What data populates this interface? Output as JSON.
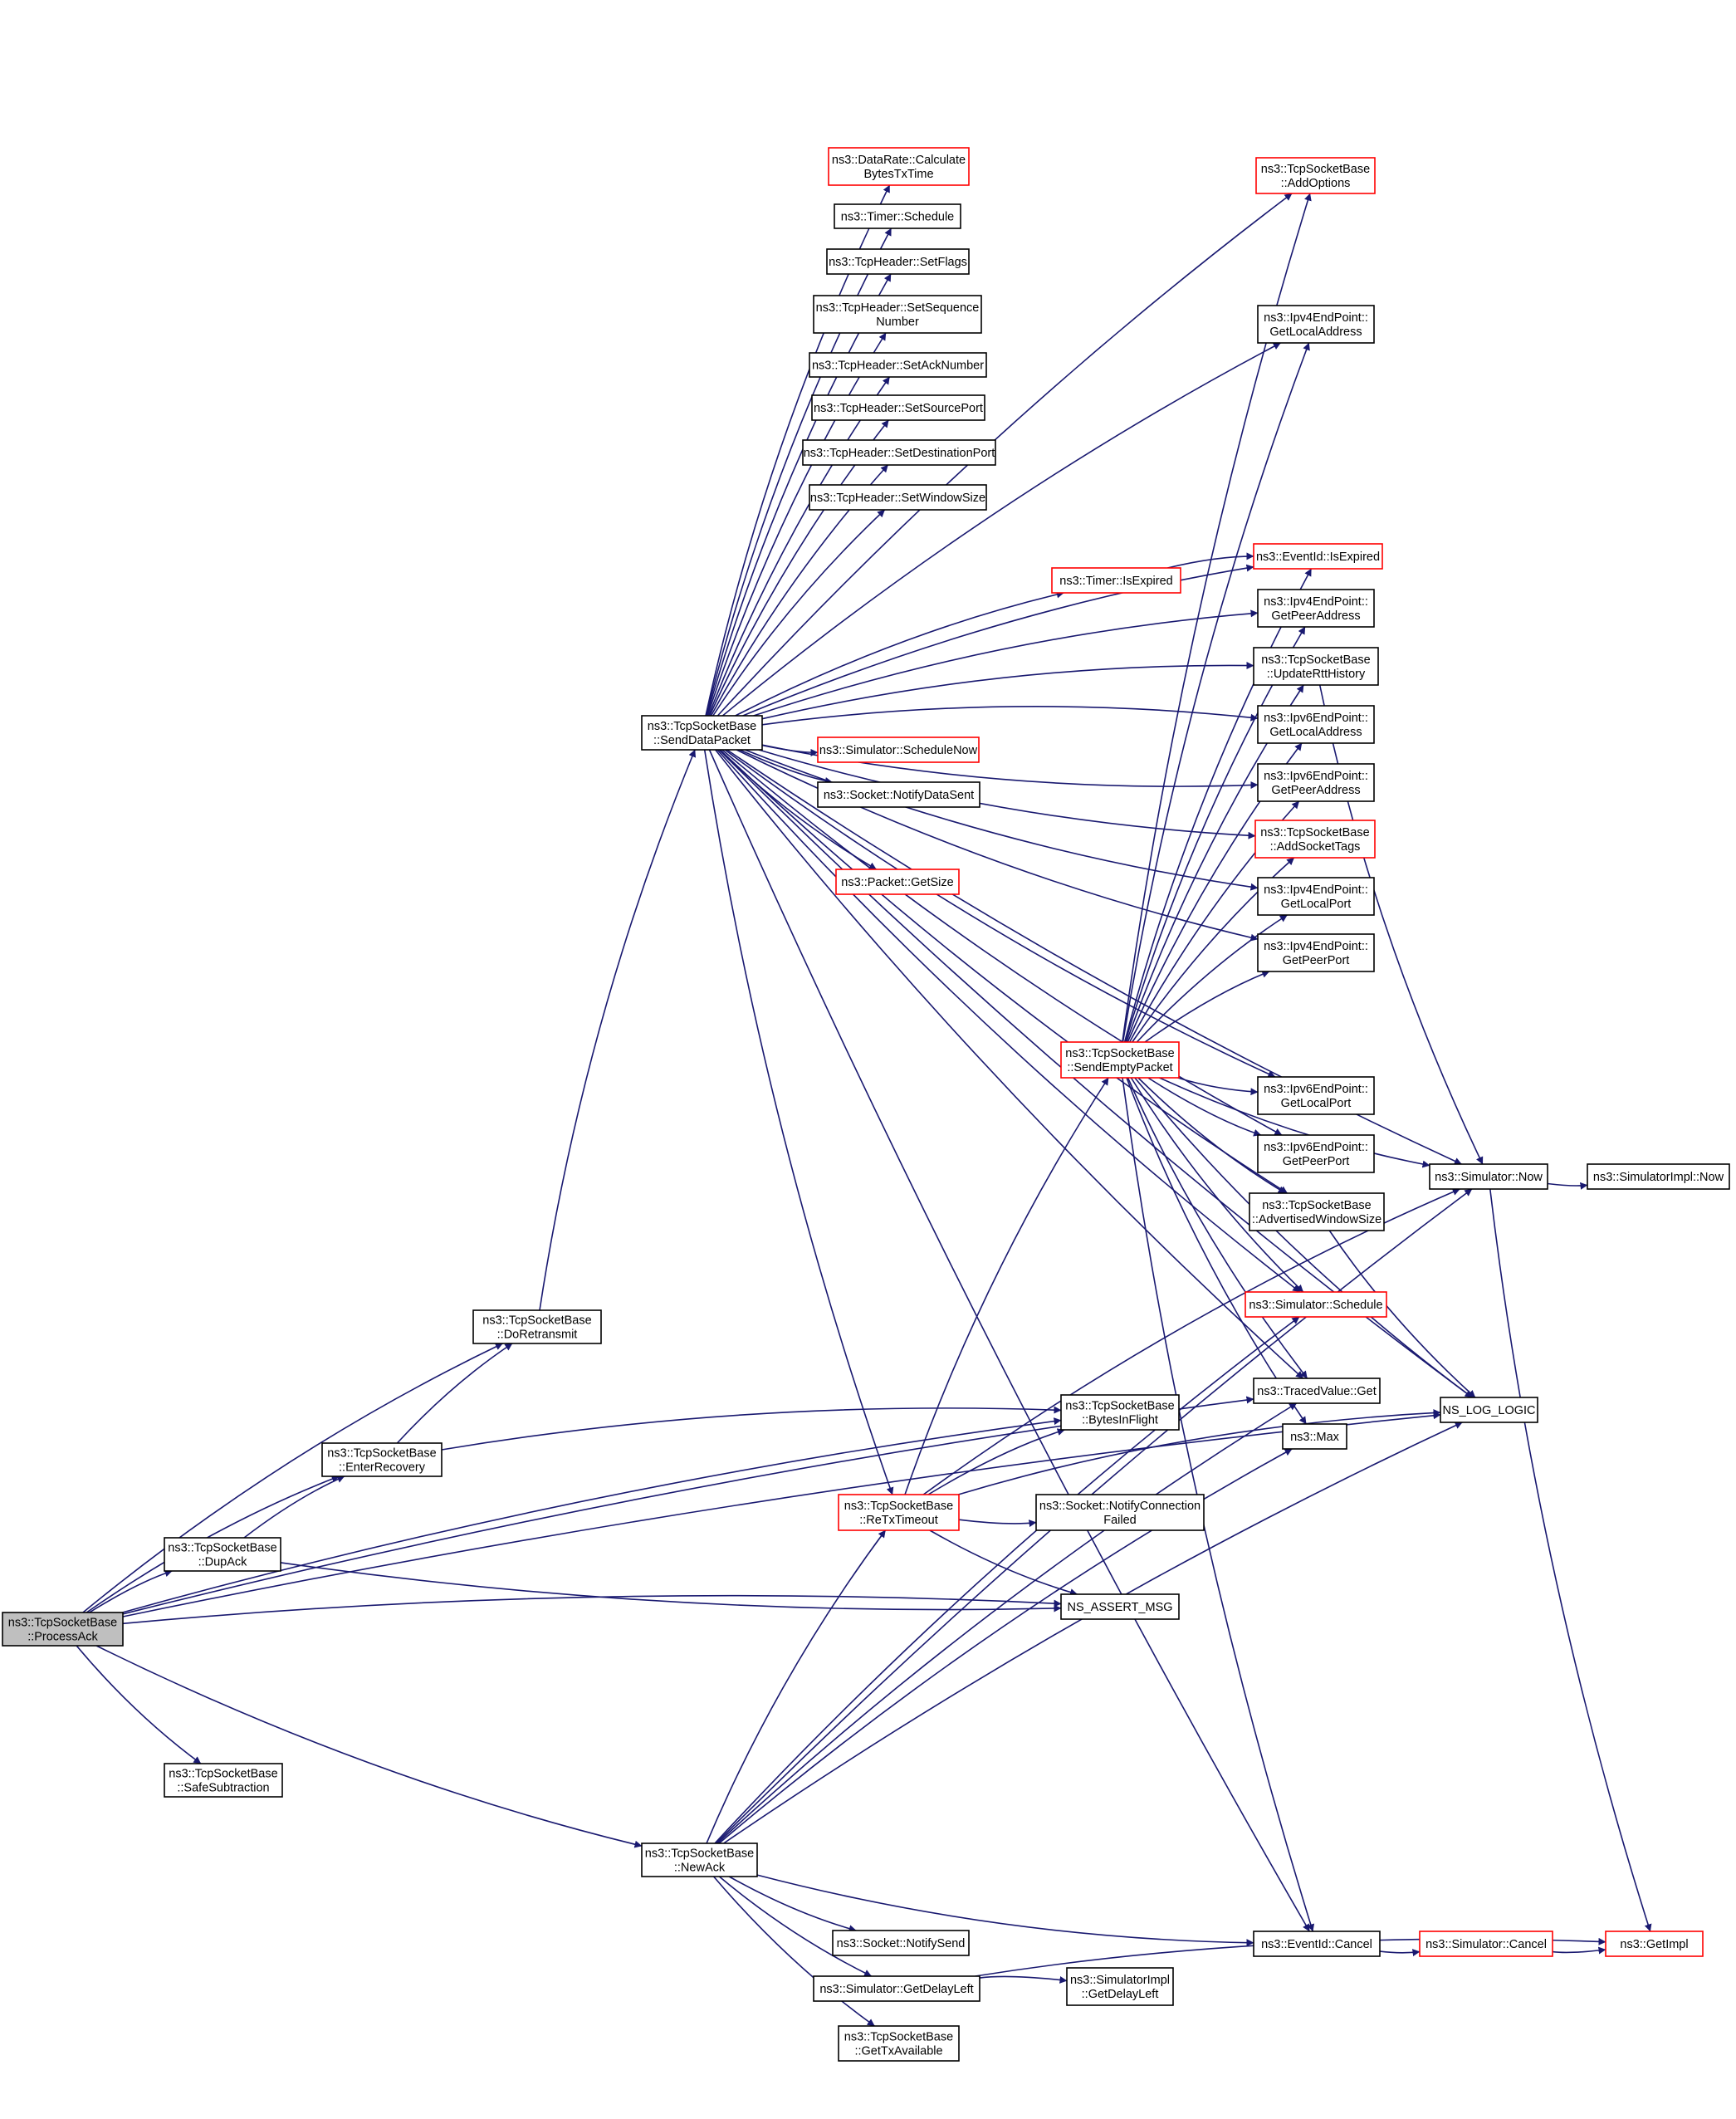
{
  "diagram": {
    "title": "",
    "nodes": [
      {
        "id": "ProcessAck",
        "lines": [
          "ns3::TcpSocketBase",
          "::ProcessAck"
        ],
        "style": "current"
      },
      {
        "id": "DoRetransmit",
        "lines": [
          "ns3::TcpSocketBase",
          "::DoRetransmit"
        ],
        "style": "normal"
      },
      {
        "id": "EnterRecovery",
        "lines": [
          "ns3::TcpSocketBase",
          "::EnterRecovery"
        ],
        "style": "normal"
      },
      {
        "id": "DupAck",
        "lines": [
          "ns3::TcpSocketBase",
          "::DupAck"
        ],
        "style": "normal"
      },
      {
        "id": "SafeSubtraction",
        "lines": [
          "ns3::TcpSocketBase",
          "::SafeSubtraction"
        ],
        "style": "normal"
      },
      {
        "id": "NewAck",
        "lines": [
          "ns3::TcpSocketBase",
          "::NewAck"
        ],
        "style": "normal"
      },
      {
        "id": "SendDataPacket",
        "lines": [
          "ns3::TcpSocketBase",
          "::SendDataPacket"
        ],
        "style": "normal"
      },
      {
        "id": "CalcBytesTxTime",
        "lines": [
          "ns3::DataRate::Calculate",
          "BytesTxTime"
        ],
        "style": "red"
      },
      {
        "id": "TimerSchedule",
        "lines": [
          "ns3::Timer::Schedule"
        ],
        "style": "normal"
      },
      {
        "id": "SetFlags",
        "lines": [
          "ns3::TcpHeader::SetFlags"
        ],
        "style": "normal"
      },
      {
        "id": "SetSequenceNumber",
        "lines": [
          "ns3::TcpHeader::SetSequence",
          "Number"
        ],
        "style": "normal"
      },
      {
        "id": "SetAckNumber",
        "lines": [
          "ns3::TcpHeader::SetAckNumber"
        ],
        "style": "normal"
      },
      {
        "id": "SetSourcePort",
        "lines": [
          "ns3::TcpHeader::SetSourcePort"
        ],
        "style": "normal"
      },
      {
        "id": "SetDestinationPort",
        "lines": [
          "ns3::TcpHeader::SetDestinationPort"
        ],
        "style": "normal"
      },
      {
        "id": "SetWindowSize",
        "lines": [
          "ns3::TcpHeader::SetWindowSize"
        ],
        "style": "normal"
      },
      {
        "id": "TimerIsExpired",
        "lines": [
          "ns3::Timer::IsExpired"
        ],
        "style": "red"
      },
      {
        "id": "ScheduleNow",
        "lines": [
          "ns3::Simulator::ScheduleNow"
        ],
        "style": "red"
      },
      {
        "id": "NotifyDataSent",
        "lines": [
          "ns3::Socket::NotifyDataSent"
        ],
        "style": "normal"
      },
      {
        "id": "PacketGetSize",
        "lines": [
          "ns3::Packet::GetSize"
        ],
        "style": "red"
      },
      {
        "id": "SendEmptyPacket",
        "lines": [
          "ns3::TcpSocketBase",
          "::SendEmptyPacket"
        ],
        "style": "red"
      },
      {
        "id": "BytesInFlight",
        "lines": [
          "ns3::TcpSocketBase",
          "::BytesInFlight"
        ],
        "style": "normal"
      },
      {
        "id": "ReTxTimeout",
        "lines": [
          "ns3::TcpSocketBase",
          "::ReTxTimeout"
        ],
        "style": "red"
      },
      {
        "id": "NotifyConnectionFailed",
        "lines": [
          "ns3::Socket::NotifyConnection",
          "Failed"
        ],
        "style": "normal"
      },
      {
        "id": "NS_ASSERT_MSG",
        "lines": [
          "NS_ASSERT_MSG"
        ],
        "style": "normal"
      },
      {
        "id": "NotifySend",
        "lines": [
          "ns3::Socket::NotifySend"
        ],
        "style": "normal"
      },
      {
        "id": "GetDelayLeft",
        "lines": [
          "ns3::Simulator::GetDelayLeft"
        ],
        "style": "normal"
      },
      {
        "id": "ImplGetDelayLeft",
        "lines": [
          "ns3::SimulatorImpl",
          "::GetDelayLeft"
        ],
        "style": "normal"
      },
      {
        "id": "GetTxAvailable",
        "lines": [
          "ns3::TcpSocketBase",
          "::GetTxAvailable"
        ],
        "style": "normal"
      },
      {
        "id": "AddOptions",
        "lines": [
          "ns3::TcpSocketBase",
          "::AddOptions"
        ],
        "style": "red"
      },
      {
        "id": "Ipv4GetLocalAddress",
        "lines": [
          "ns3::Ipv4EndPoint::",
          "GetLocalAddress"
        ],
        "style": "normal"
      },
      {
        "id": "EventIdIsExpired",
        "lines": [
          "ns3::EventId::IsExpired"
        ],
        "style": "red"
      },
      {
        "id": "Ipv4GetPeerAddress",
        "lines": [
          "ns3::Ipv4EndPoint::",
          "GetPeerAddress"
        ],
        "style": "normal"
      },
      {
        "id": "UpdateRttHistory",
        "lines": [
          "ns3::TcpSocketBase",
          "::UpdateRttHistory"
        ],
        "style": "normal"
      },
      {
        "id": "Ipv6GetLocalAddress",
        "lines": [
          "ns3::Ipv6EndPoint::",
          "GetLocalAddress"
        ],
        "style": "normal"
      },
      {
        "id": "Ipv6GetPeerAddress",
        "lines": [
          "ns3::Ipv6EndPoint::",
          "GetPeerAddress"
        ],
        "style": "normal"
      },
      {
        "id": "AddSocketTags",
        "lines": [
          "ns3::TcpSocketBase",
          "::AddSocketTags"
        ],
        "style": "red"
      },
      {
        "id": "Ipv4GetLocalPort",
        "lines": [
          "ns3::Ipv4EndPoint::",
          "GetLocalPort"
        ],
        "style": "normal"
      },
      {
        "id": "Ipv4GetPeerPort",
        "lines": [
          "ns3::Ipv4EndPoint::",
          "GetPeerPort"
        ],
        "style": "normal"
      },
      {
        "id": "Ipv6GetLocalPort",
        "lines": [
          "ns3::Ipv6EndPoint::",
          "GetLocalPort"
        ],
        "style": "normal"
      },
      {
        "id": "Ipv6GetPeerPort",
        "lines": [
          "ns3::Ipv6EndPoint::",
          "GetPeerPort"
        ],
        "style": "normal"
      },
      {
        "id": "AdvertisedWindowSize",
        "lines": [
          "ns3::TcpSocketBase",
          "::AdvertisedWindowSize"
        ],
        "style": "normal"
      },
      {
        "id": "SimulatorSchedule",
        "lines": [
          "ns3::Simulator::Schedule"
        ],
        "style": "red"
      },
      {
        "id": "TracedValueGet",
        "lines": [
          "ns3::TracedValue::Get"
        ],
        "style": "normal"
      },
      {
        "id": "Max",
        "lines": [
          "ns3::Max"
        ],
        "style": "normal"
      },
      {
        "id": "EventIdCancel",
        "lines": [
          "ns3::EventId::Cancel"
        ],
        "style": "normal"
      },
      {
        "id": "SimulatorCancel",
        "lines": [
          "ns3::Simulator::Cancel"
        ],
        "style": "red"
      },
      {
        "id": "SimulatorNow",
        "lines": [
          "ns3::Simulator::Now"
        ],
        "style": "normal"
      },
      {
        "id": "SimulatorImplNow",
        "lines": [
          "ns3::SimulatorImpl::Now"
        ],
        "style": "normal"
      },
      {
        "id": "NS_LOG_LOGIC",
        "lines": [
          "NS_LOG_LOGIC"
        ],
        "style": "normal"
      },
      {
        "id": "GetImpl",
        "lines": [
          "ns3::GetImpl"
        ],
        "style": "red"
      }
    ],
    "edges": [
      [
        "ProcessAck",
        "DoRetransmit"
      ],
      [
        "ProcessAck",
        "BytesInFlight"
      ],
      [
        "ProcessAck",
        "EnterRecovery"
      ],
      [
        "ProcessAck",
        "DupAck"
      ],
      [
        "ProcessAck",
        "NS_ASSERT_MSG"
      ],
      [
        "ProcessAck",
        "TracedValueGet"
      ],
      [
        "ProcessAck",
        "NS_LOG_LOGIC"
      ],
      [
        "ProcessAck",
        "SafeSubtraction"
      ],
      [
        "ProcessAck",
        "NewAck"
      ],
      [
        "DupAck",
        "EnterRecovery"
      ],
      [
        "DupAck",
        "NS_ASSERT_MSG"
      ],
      [
        "EnterRecovery",
        "DoRetransmit"
      ],
      [
        "EnterRecovery",
        "BytesInFlight"
      ],
      [
        "DoRetransmit",
        "SendDataPacket"
      ],
      [
        "SendDataPacket",
        "AddOptions"
      ],
      [
        "SendDataPacket",
        "CalcBytesTxTime"
      ],
      [
        "SendDataPacket",
        "TimerSchedule"
      ],
      [
        "SendDataPacket",
        "SetFlags"
      ],
      [
        "SendDataPacket",
        "SetSequenceNumber"
      ],
      [
        "SendDataPacket",
        "SetAckNumber"
      ],
      [
        "SendDataPacket",
        "SetSourcePort"
      ],
      [
        "SendDataPacket",
        "SetDestinationPort"
      ],
      [
        "SendDataPacket",
        "SetWindowSize"
      ],
      [
        "SendDataPacket",
        "TimerIsExpired"
      ],
      [
        "SendDataPacket",
        "EventIdIsExpired"
      ],
      [
        "SendDataPacket",
        "Ipv4GetLocalAddress"
      ],
      [
        "SendDataPacket",
        "SimulatorNow"
      ],
      [
        "SendDataPacket",
        "Ipv4GetPeerAddress"
      ],
      [
        "SendDataPacket",
        "UpdateRttHistory"
      ],
      [
        "SendDataPacket",
        "Ipv6GetLocalAddress"
      ],
      [
        "SendDataPacket",
        "ScheduleNow"
      ],
      [
        "SendDataPacket",
        "NotifyDataSent"
      ],
      [
        "SendDataPacket",
        "Ipv6GetPeerAddress"
      ],
      [
        "SendDataPacket",
        "PacketGetSize"
      ],
      [
        "SendDataPacket",
        "AddSocketTags"
      ],
      [
        "SendDataPacket",
        "Ipv4GetLocalPort"
      ],
      [
        "SendDataPacket",
        "Ipv4GetPeerPort"
      ],
      [
        "SendDataPacket",
        "Ipv6GetLocalPort"
      ],
      [
        "SendDataPacket",
        "Ipv6GetPeerPort"
      ],
      [
        "SendDataPacket",
        "AdvertisedWindowSize"
      ],
      [
        "SendDataPacket",
        "NS_LOG_LOGIC"
      ],
      [
        "SendDataPacket",
        "SimulatorSchedule"
      ],
      [
        "SendDataPacket",
        "TracedValueGet"
      ],
      [
        "SendDataPacket",
        "ReTxTimeout"
      ],
      [
        "SendDataPacket",
        "EventIdCancel"
      ],
      [
        "TimerIsExpired",
        "EventIdIsExpired"
      ],
      [
        "SendEmptyPacket",
        "AddOptions"
      ],
      [
        "SendEmptyPacket",
        "Ipv4GetLocalAddress"
      ],
      [
        "SendEmptyPacket",
        "EventIdIsExpired"
      ],
      [
        "SendEmptyPacket",
        "Ipv4GetPeerAddress"
      ],
      [
        "SendEmptyPacket",
        "UpdateRttHistory"
      ],
      [
        "SendEmptyPacket",
        "Ipv6GetLocalAddress"
      ],
      [
        "SendEmptyPacket",
        "Ipv6GetPeerAddress"
      ],
      [
        "SendEmptyPacket",
        "AddSocketTags"
      ],
      [
        "SendEmptyPacket",
        "Ipv4GetLocalPort"
      ],
      [
        "SendEmptyPacket",
        "Ipv4GetPeerPort"
      ],
      [
        "SendEmptyPacket",
        "SimulatorNow"
      ],
      [
        "SendEmptyPacket",
        "Ipv6GetLocalPort"
      ],
      [
        "SendEmptyPacket",
        "Ipv6GetPeerPort"
      ],
      [
        "SendEmptyPacket",
        "AdvertisedWindowSize"
      ],
      [
        "SendEmptyPacket",
        "SimulatorSchedule"
      ],
      [
        "SendEmptyPacket",
        "TracedValueGet"
      ],
      [
        "SendEmptyPacket",
        "Max"
      ],
      [
        "SendEmptyPacket",
        "NS_LOG_LOGIC"
      ],
      [
        "SendEmptyPacket",
        "EventIdCancel"
      ],
      [
        "ReTxTimeout",
        "SendEmptyPacket"
      ],
      [
        "ReTxTimeout",
        "BytesInFlight"
      ],
      [
        "ReTxTimeout",
        "NotifyConnectionFailed"
      ],
      [
        "ReTxTimeout",
        "NS_ASSERT_MSG"
      ],
      [
        "ReTxTimeout",
        "SimulatorNow"
      ],
      [
        "ReTxTimeout",
        "NS_LOG_LOGIC"
      ],
      [
        "NewAck",
        "SimulatorNow"
      ],
      [
        "NewAck",
        "ReTxTimeout"
      ],
      [
        "NewAck",
        "TracedValueGet"
      ],
      [
        "NewAck",
        "SimulatorSchedule"
      ],
      [
        "NewAck",
        "Max"
      ],
      [
        "NewAck",
        "NS_LOG_LOGIC"
      ],
      [
        "NewAck",
        "NotifySend"
      ],
      [
        "NewAck",
        "GetDelayLeft"
      ],
      [
        "NewAck",
        "GetTxAvailable"
      ],
      [
        "NewAck",
        "EventIdCancel"
      ],
      [
        "GetDelayLeft",
        "ImplGetDelayLeft"
      ],
      [
        "GetDelayLeft",
        "GetImpl"
      ],
      [
        "UpdateRttHistory",
        "SimulatorNow"
      ],
      [
        "AdvertisedWindowSize",
        "NS_LOG_LOGIC"
      ],
      [
        "SimulatorNow",
        "SimulatorImplNow"
      ],
      [
        "SimulatorNow",
        "GetImpl"
      ],
      [
        "EventIdCancel",
        "SimulatorCancel"
      ],
      [
        "SimulatorCancel",
        "GetImpl"
      ]
    ]
  }
}
